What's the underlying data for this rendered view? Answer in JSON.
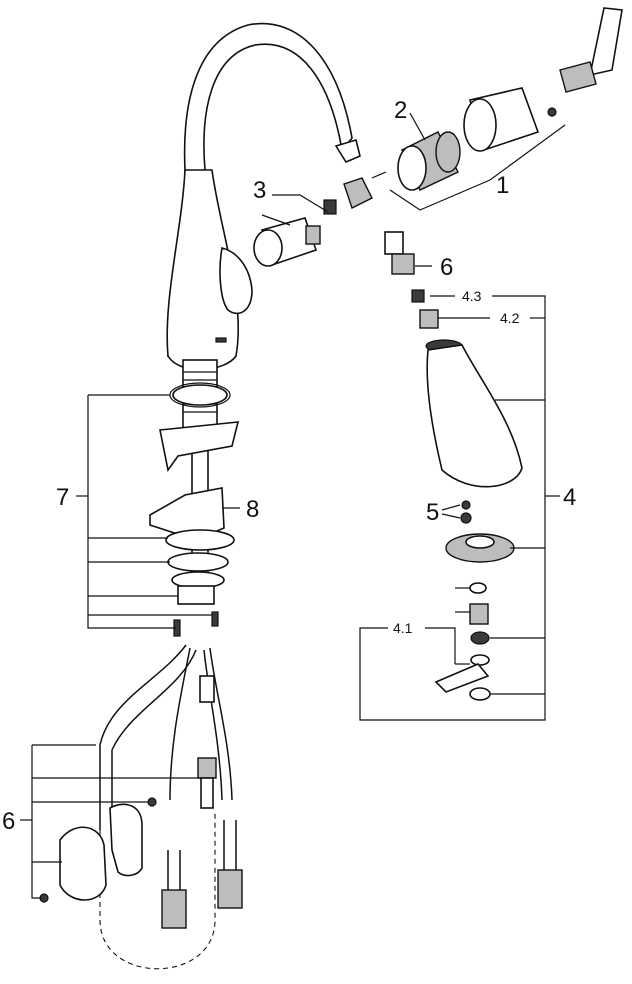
{
  "labels": {
    "p1": "1",
    "p2": "2",
    "p3": "3",
    "p4": "4",
    "p4_1": "4.1",
    "p4_2": "4.2",
    "p4_3": "4.3",
    "p5": "5",
    "p6_top": "6",
    "p6_bottom": "6",
    "p7": "7",
    "p8": "8"
  }
}
